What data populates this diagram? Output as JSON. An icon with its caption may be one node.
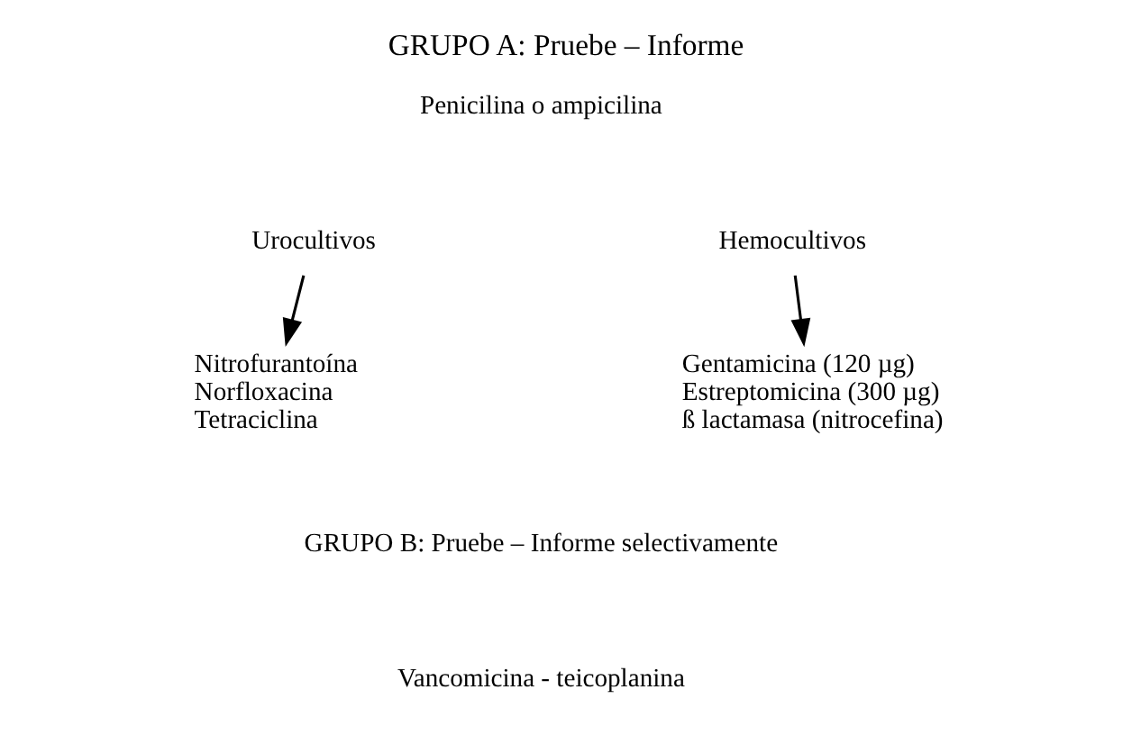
{
  "diagram": {
    "title": "GRUPO A: Pruebe – Informe",
    "nodes": [
      {
        "text": [
          "Urocultivos"
        ]
      },
      {
        "text": [
          "Nitrofurantoína",
          "Norfloxacina",
          "Tetraciclina"
        ]
      },
      {
        "text": [
          "Hemocultivos"
        ]
      },
      {
        "text": [
          "Gentamicina (120 µg)",
          "Estreptomicina (300 µg)",
          "ß lactamasa (nitrocefina)"
        ]
      }
    ],
    "edges": [
      {
        "from": 0,
        "to": 1,
        "arrow": "to"
      },
      {
        "from": 2,
        "to": 3,
        "arrow": "to"
      }
    ],
    "labels": [
      "Penicilina o ampicilina",
      "GRUPO B: Pruebe – Informe selectivamente",
      "Vancomicina - teicoplanina"
    ]
  }
}
